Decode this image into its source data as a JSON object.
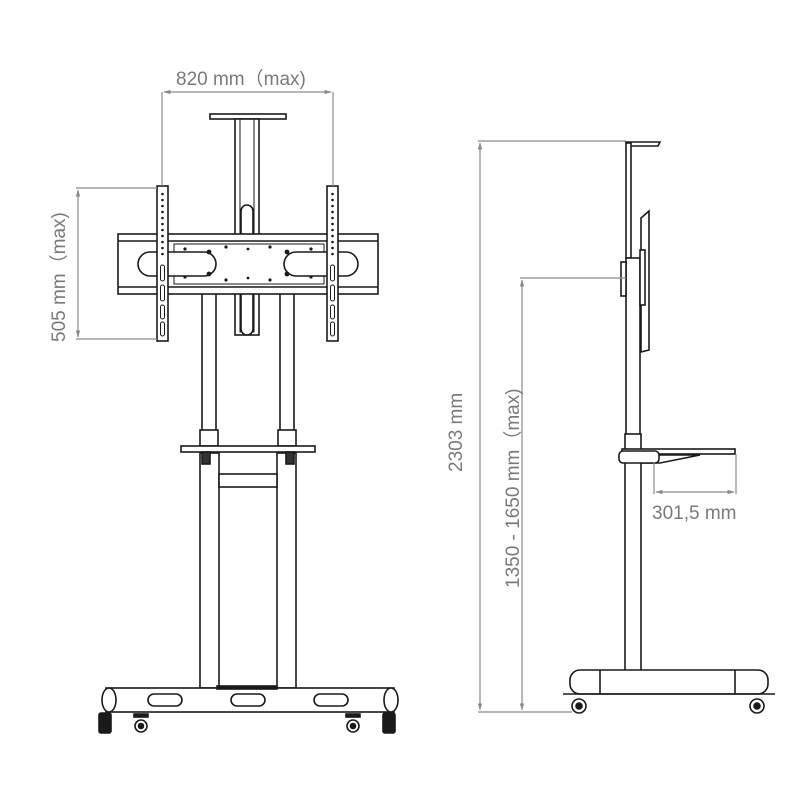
{
  "diagram": {
    "subject": "Mobile TV stand with shelf",
    "colors": {
      "line": "#1a1a1a",
      "dimension": "#8a8a8a",
      "label": "#7a7a7a",
      "background": "#ffffff"
    },
    "front_view": {
      "width_dimension": "820 mm（max)",
      "height_dimension": "505 mm（max)"
    },
    "side_view": {
      "total_height_dimension": "2303 mm",
      "mount_height_dimension": "1350 - 1650 mm（max)",
      "shelf_depth_dimension": "301,5 mm"
    }
  }
}
